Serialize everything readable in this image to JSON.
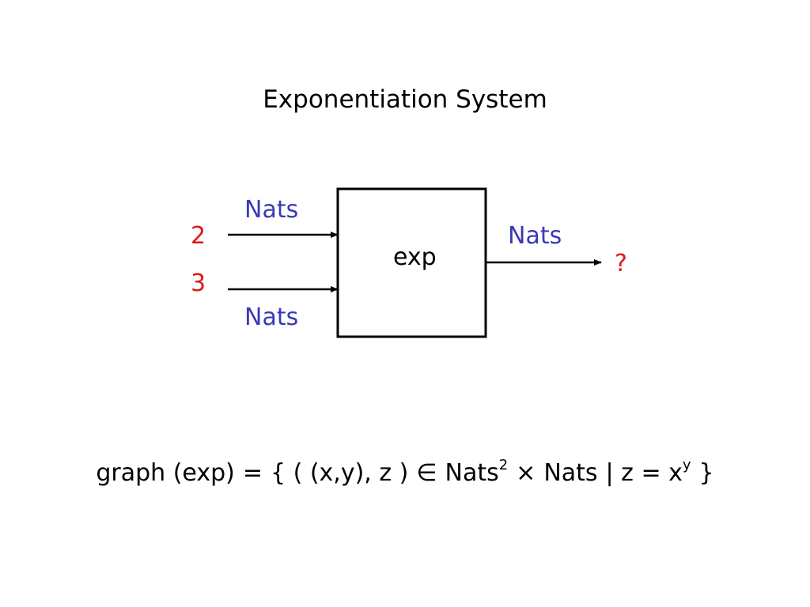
{
  "title": "Exponentiation System",
  "system": {
    "box_label": "exp",
    "inputs": [
      {
        "value": "2",
        "type": "Nats"
      },
      {
        "value": "3",
        "type": "Nats"
      }
    ],
    "output": {
      "value": "?",
      "type": "Nats"
    }
  },
  "formula": {
    "lhs": "graph (exp)",
    "equals": "=",
    "set_open": "{ ( (x,y), z )",
    "element_of": "∈",
    "domain": "Nats",
    "power": "2",
    "times": "×",
    "codomain": "Nats",
    "condition": "| z = x",
    "exponent": "y",
    "set_close": "}"
  },
  "colors": {
    "type_label": "#3a3ab8",
    "value_label": "#e01818",
    "line": "#000000"
  }
}
